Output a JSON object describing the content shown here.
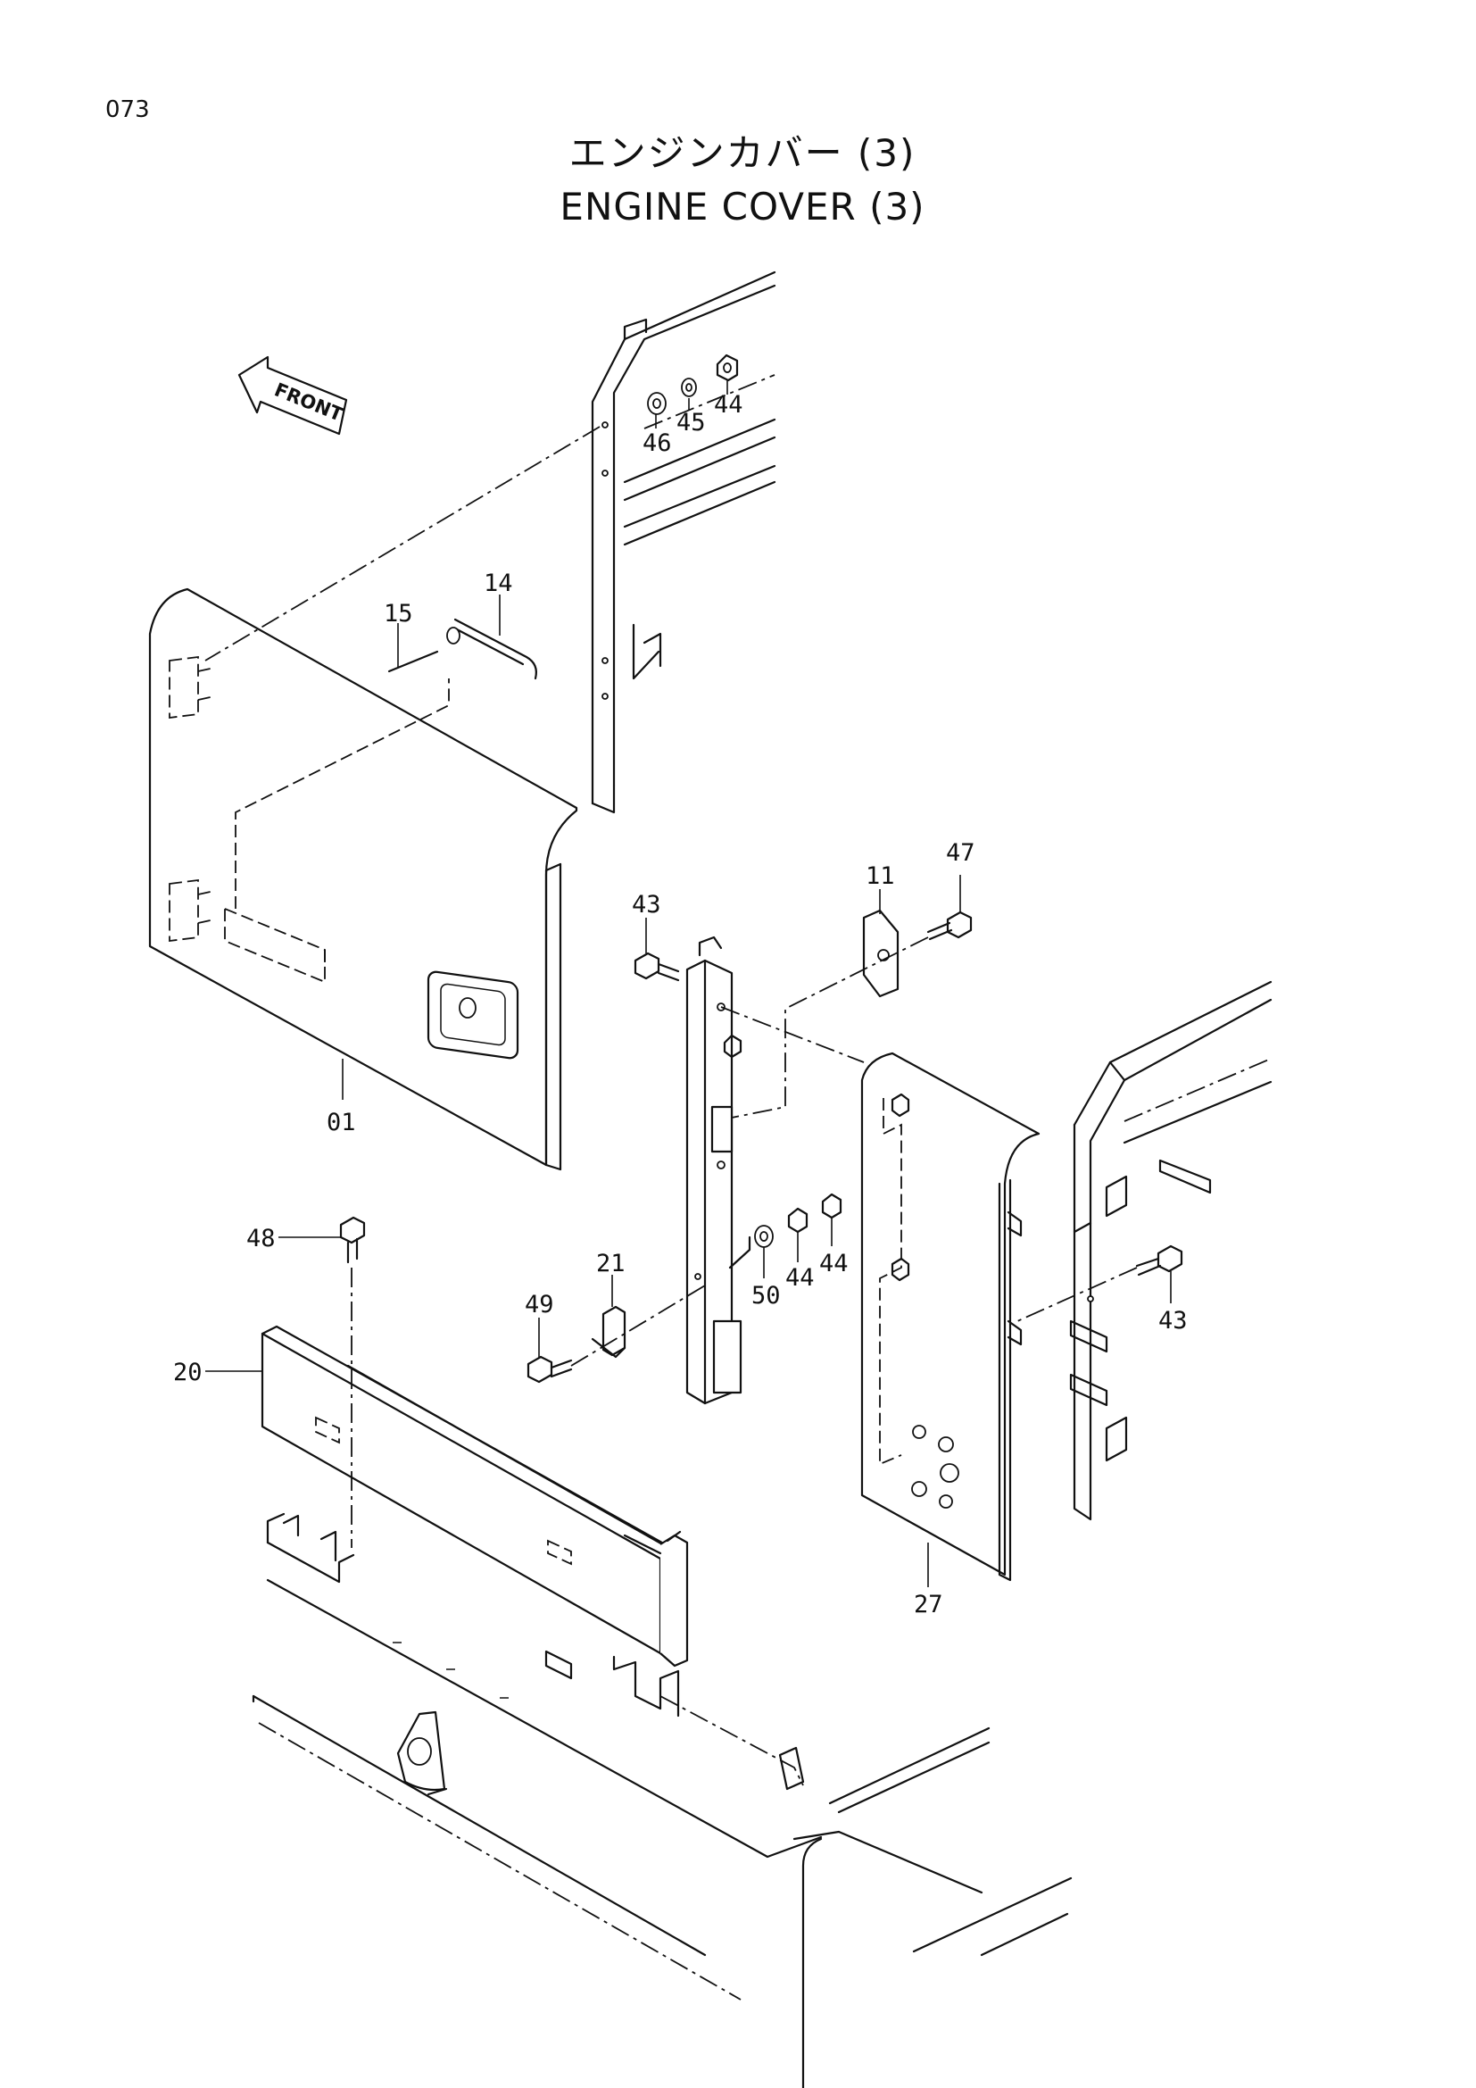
{
  "page_number": "073",
  "title": {
    "japanese": "エンジンカバー (3)",
    "english": "ENGINE COVER (3)"
  },
  "front_indicator": "FRONT",
  "callouts": {
    "c01": "01",
    "c11": "11",
    "c14": "14",
    "c15": "15",
    "c20": "20",
    "c21": "21",
    "c27": "27",
    "c43a": "43",
    "c43b": "43",
    "c44a": "44",
    "c44b": "44",
    "c44c": "44",
    "c45": "45",
    "c46": "46",
    "c47": "47",
    "c48": "48",
    "c49": "49",
    "c50": "50"
  }
}
